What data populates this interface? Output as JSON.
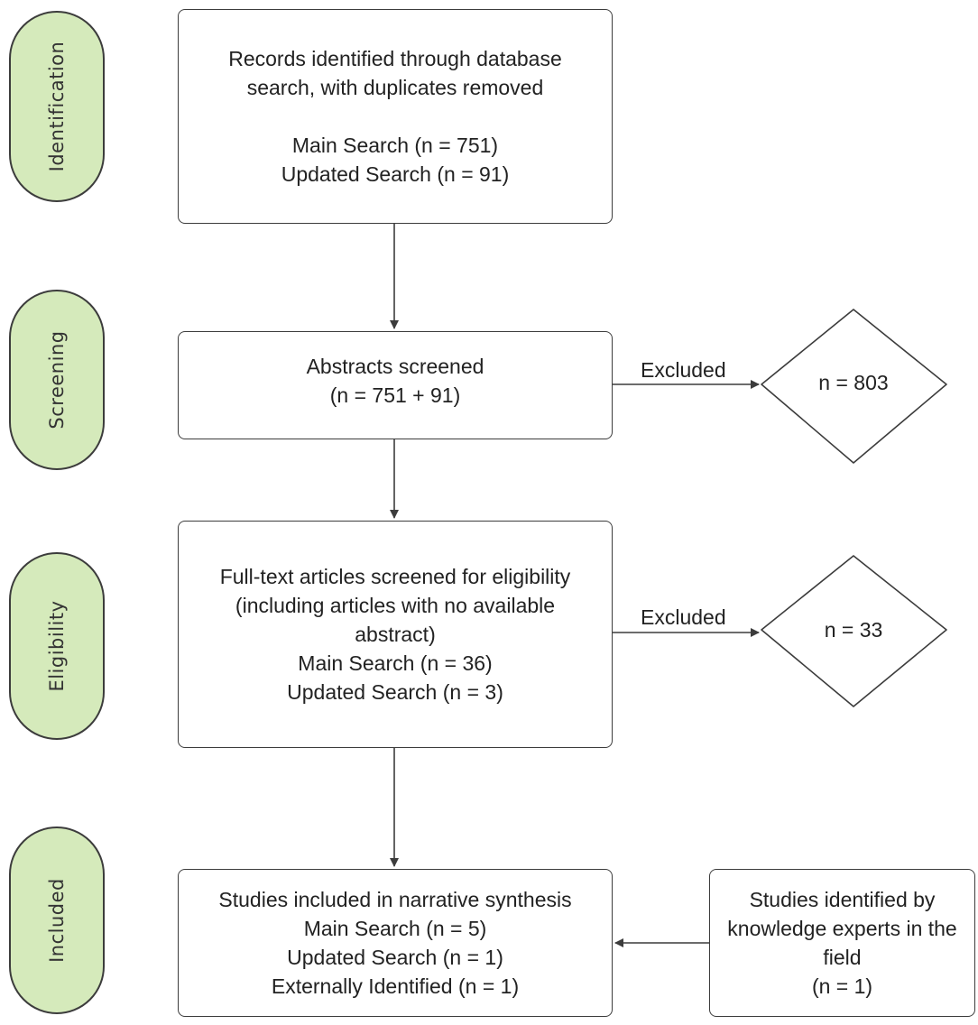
{
  "stages": [
    {
      "id": "identification",
      "label": "Identification"
    },
    {
      "id": "screening",
      "label": "Screening"
    },
    {
      "id": "eligibility",
      "label": "Eligibility"
    },
    {
      "id": "included",
      "label": "Included"
    }
  ],
  "boxes": {
    "records": {
      "lines": [
        "Records identified through database",
        "search, with duplicates removed",
        "",
        "Main Search (n = 751)",
        "Updated Search (n = 91)"
      ]
    },
    "abstracts": {
      "lines": [
        "Abstracts screened",
        "(n = 751 + 91)"
      ]
    },
    "fulltext": {
      "lines": [
        "Full-text articles screened for eligibility",
        "(including articles with no available",
        "abstract)",
        "Main Search (n = 36)",
        "Updated Search (n = 3)"
      ]
    },
    "included_studies": {
      "lines": [
        "Studies included in narrative synthesis",
        "Main Search (n = 5)",
        "Updated Search (n = 1)",
        "Externally Identified (n = 1)"
      ]
    },
    "experts": {
      "lines": [
        "Studies identified by",
        "knowledge experts in the",
        "field",
        "(n = 1)"
      ]
    }
  },
  "exclusions": [
    {
      "edge_label": "Excluded",
      "value": "n = 803"
    },
    {
      "edge_label": "Excluded",
      "value": "n = 33"
    }
  ],
  "colors": {
    "stage_fill": "#d5eabb",
    "stroke": "#3c3c3c",
    "text": "#222222"
  }
}
